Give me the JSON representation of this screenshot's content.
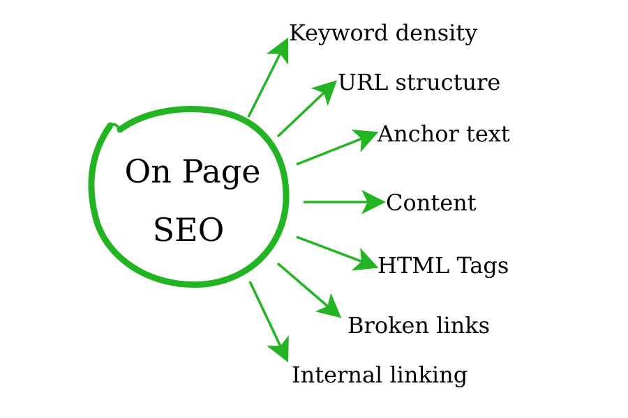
{
  "colors": {
    "accent": "#22b422",
    "text": "#000000",
    "background": "#ffffff"
  },
  "center": {
    "line1": "On Page",
    "line2": "SEO"
  },
  "branches": [
    {
      "label": "Keyword density"
    },
    {
      "label": "URL structure"
    },
    {
      "label": "Anchor text"
    },
    {
      "label": "Content"
    },
    {
      "label": "HTML Tags"
    },
    {
      "label": "Broken links"
    },
    {
      "label": "Internal linking"
    }
  ]
}
